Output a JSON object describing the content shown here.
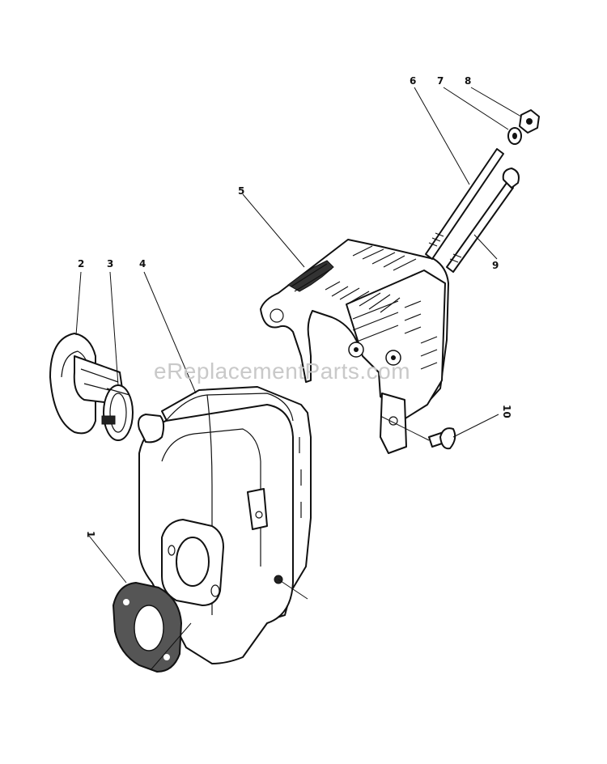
{
  "watermark": "eReplacementParts.com",
  "callouts": [
    {
      "id": "1",
      "label": "1",
      "part": "gasket"
    },
    {
      "id": "2",
      "label": "2",
      "part": "deflector"
    },
    {
      "id": "3",
      "label": "3",
      "part": "clamp"
    },
    {
      "id": "4",
      "label": "4",
      "part": "muffler"
    },
    {
      "id": "5",
      "label": "5",
      "part": "muffler-guard"
    },
    {
      "id": "6",
      "label": "6",
      "part": "long-bolt"
    },
    {
      "id": "7",
      "label": "7",
      "part": "washer"
    },
    {
      "id": "8",
      "label": "8",
      "part": "nut"
    },
    {
      "id": "9",
      "label": "9",
      "part": "bolt"
    },
    {
      "id": "10",
      "label": "10",
      "part": "screw"
    }
  ]
}
